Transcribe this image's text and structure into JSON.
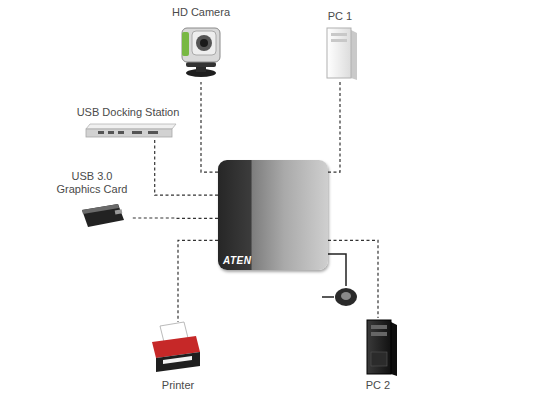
{
  "diagram": {
    "nodes": [
      {
        "text": [
          "HD Camera"
        ]
      },
      {
        "text": [
          "PC 1"
        ]
      },
      {
        "text": [
          "USB Docking Station"
        ]
      },
      {
        "text": [
          "USB 3.0 Graphics Card"
        ]
      },
      {
        "text": [
          "ATEN"
        ]
      },
      {
        "text": [
          "Printer"
        ]
      },
      {
        "text": [
          "PC 2"
        ]
      }
    ],
    "edges": [
      {
        "from": 4,
        "to": 0,
        "arrow": "none"
      },
      {
        "from": 4,
        "to": 1,
        "arrow": "none"
      },
      {
        "from": 4,
        "to": 2,
        "arrow": "none"
      },
      {
        "from": 4,
        "to": 3,
        "arrow": "none"
      },
      {
        "from": 4,
        "to": 5,
        "arrow": "none"
      },
      {
        "from": 4,
        "to": 6,
        "arrow": "none"
      }
    ]
  }
}
